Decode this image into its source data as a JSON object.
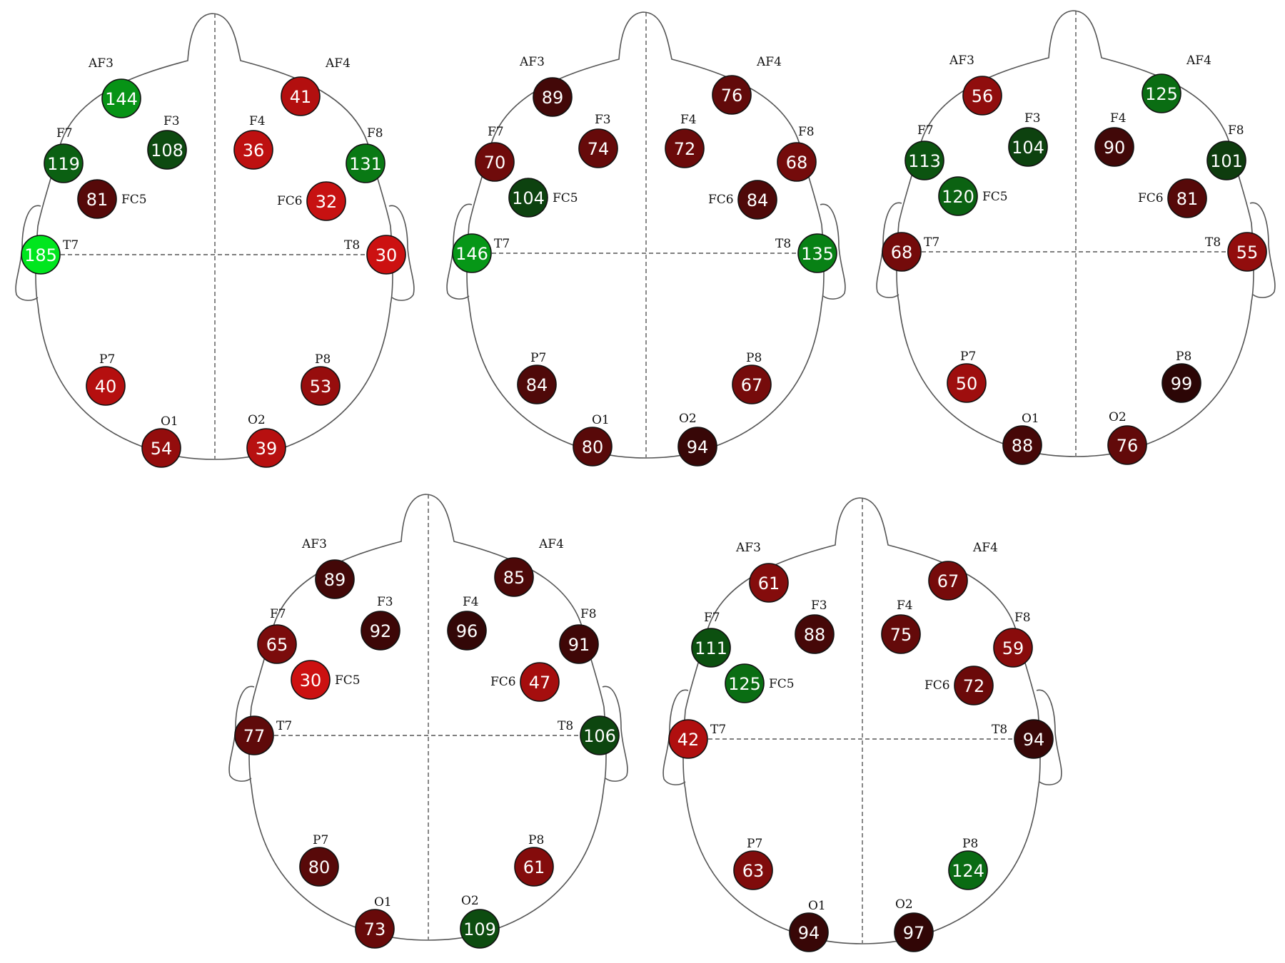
{
  "electrode_labels": [
    "AF3",
    "AF4",
    "F3",
    "F4",
    "F7",
    "F8",
    "FC5",
    "FC6",
    "T7",
    "T8",
    "P7",
    "P8",
    "O1",
    "O2"
  ],
  "value_scale": {
    "low_color": "#cc1111",
    "mid_color": "#2a0606",
    "high_color": "#00e61e",
    "range": [
      30,
      185
    ]
  },
  "heads": [
    {
      "values": {
        "AF3": 144,
        "AF4": 41,
        "F3": 108,
        "F4": 36,
        "F7": 119,
        "F8": 131,
        "FC5": 81,
        "FC6": 32,
        "T7": 185,
        "T8": 30,
        "P7": 40,
        "P8": 53,
        "O1": 54,
        "O2": 39
      }
    },
    {
      "values": {
        "AF3": 89,
        "AF4": 76,
        "F3": 74,
        "F4": 72,
        "F7": 70,
        "F8": 68,
        "FC5": 104,
        "FC6": 84,
        "T7": 146,
        "T8": 135,
        "P7": 84,
        "P8": 67,
        "O1": 80,
        "O2": 94
      }
    },
    {
      "values": {
        "AF3": 56,
        "AF4": 125,
        "F3": 104,
        "F4": 90,
        "F7": 113,
        "F8": 101,
        "FC5": 120,
        "FC6": 81,
        "T7": 68,
        "T8": 55,
        "P7": 50,
        "P8": 99,
        "O1": 88,
        "O2": 76
      }
    },
    {
      "values": {
        "AF3": 89,
        "AF4": 85,
        "F3": 92,
        "F4": 96,
        "F7": 65,
        "F8": 91,
        "FC5": 30,
        "FC6": 47,
        "T7": 77,
        "T8": 106,
        "P7": 80,
        "P8": 61,
        "O1": 73,
        "O2": 109
      }
    },
    {
      "values": {
        "AF3": 61,
        "AF4": 67,
        "F3": 88,
        "F4": 75,
        "F7": 111,
        "F8": 59,
        "FC5": 125,
        "FC6": 72,
        "T7": 42,
        "T8": 94,
        "P7": 63,
        "P8": 124,
        "O1": 94,
        "O2": 97
      }
    }
  ]
}
